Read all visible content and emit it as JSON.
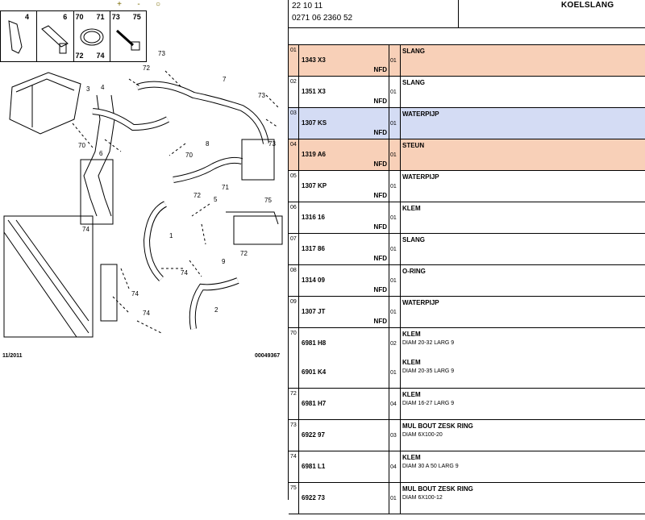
{
  "toolbar": {
    "zoom_in": "+",
    "zoom_out": "-",
    "zoom_fit": "○"
  },
  "thumbs": [
    "4",
    "6",
    "70",
    "71",
    "73",
    "75",
    "72",
    "74"
  ],
  "diagram": {
    "labels": [
      "72",
      "73",
      "7",
      "3",
      "4",
      "73",
      "70",
      "8",
      "73",
      "6",
      "70",
      "71",
      "72",
      "5",
      "75",
      "1",
      "74",
      "72",
      "9",
      "74",
      "74",
      "2",
      "74"
    ],
    "footer_left": "11/2011",
    "footer_right": "00049367"
  },
  "header": {
    "date": "22 10 11",
    "code": "0271 06 2360 52",
    "title": "KOELSLANG"
  },
  "rows": [
    {
      "idx": "01",
      "ref": "1343 X3",
      "nfd": "NFD",
      "qty": "01",
      "desc": "SLANG",
      "spec": "",
      "ref2": "",
      "qty2": "",
      "desc2": "",
      "spec2": ""
    },
    {
      "idx": "02",
      "ref": "1351 X3",
      "nfd": "NFD",
      "qty": "01",
      "desc": "SLANG",
      "spec": "",
      "ref2": "",
      "qty2": "",
      "desc2": "",
      "spec2": ""
    },
    {
      "idx": "03",
      "ref": "1307 KS",
      "nfd": "NFD",
      "qty": "01",
      "desc": "WATERPIJP",
      "spec": "",
      "ref2": "",
      "qty2": "",
      "desc2": "",
      "spec2": ""
    },
    {
      "idx": "04",
      "ref": "1319 A6",
      "nfd": "NFD",
      "qty": "01",
      "desc": "STEUN",
      "spec": "",
      "ref2": "",
      "qty2": "",
      "desc2": "",
      "spec2": ""
    },
    {
      "idx": "05",
      "ref": "1307 KP",
      "nfd": "NFD",
      "qty": "01",
      "desc": "WATERPIJP",
      "spec": "",
      "ref2": "",
      "qty2": "",
      "desc2": "",
      "spec2": ""
    },
    {
      "idx": "06",
      "ref": "1316 16",
      "nfd": "NFD",
      "qty": "01",
      "desc": "KLEM",
      "spec": "",
      "ref2": "",
      "qty2": "",
      "desc2": "",
      "spec2": ""
    },
    {
      "idx": "07",
      "ref": "1317 86",
      "nfd": "NFD",
      "qty": "01",
      "desc": "SLANG",
      "spec": "",
      "ref2": "",
      "qty2": "",
      "desc2": "",
      "spec2": ""
    },
    {
      "idx": "08",
      "ref": "1314 09",
      "nfd": "NFD",
      "qty": "01",
      "desc": "O-RING",
      "spec": "",
      "ref2": "",
      "qty2": "",
      "desc2": "",
      "spec2": ""
    },
    {
      "idx": "09",
      "ref": "1307 JT",
      "nfd": "NFD",
      "qty": "01",
      "desc": "WATERPIJP",
      "spec": "",
      "ref2": "",
      "qty2": "",
      "desc2": "",
      "spec2": ""
    },
    {
      "idx": "70",
      "ref": "6981 H8",
      "nfd": "",
      "qty": "02",
      "desc": "KLEM",
      "spec": "DIAM 20-32 LARG 9",
      "ref2": "6901 K4",
      "qty2": "01",
      "desc2": "KLEM",
      "spec2": "DIAM 20-35 LARG 9"
    },
    {
      "idx": "72",
      "ref": "6981 H7",
      "nfd": "",
      "qty": "04",
      "desc": "KLEM",
      "spec": "DIAM 16-27 LARG 9",
      "ref2": "",
      "qty2": "",
      "desc2": "",
      "spec2": ""
    },
    {
      "idx": "73",
      "ref": "6922 97",
      "nfd": "",
      "qty": "03",
      "desc": "MUL BOUT ZESK RING",
      "spec": "DIAM 6X100-20",
      "ref2": "",
      "qty2": "",
      "desc2": "",
      "spec2": ""
    },
    {
      "idx": "74",
      "ref": "6981 L1",
      "nfd": "",
      "qty": "04",
      "desc": "KLEM",
      "spec": "DIAM 30 A 50 LARG 9",
      "ref2": "",
      "qty2": "",
      "desc2": "",
      "spec2": ""
    },
    {
      "idx": "75",
      "ref": "6922 73",
      "nfd": "",
      "qty": "01",
      "desc": "MUL BOUT ZESK RING",
      "spec": "DIAM 6X100-12",
      "ref2": "",
      "qty2": "",
      "desc2": "",
      "spec2": ""
    }
  ],
  "colors": {
    "orange_row": "#f8d0b8",
    "blue_row": "#d4dcf4",
    "zoom_icon": "#7a6a00"
  }
}
